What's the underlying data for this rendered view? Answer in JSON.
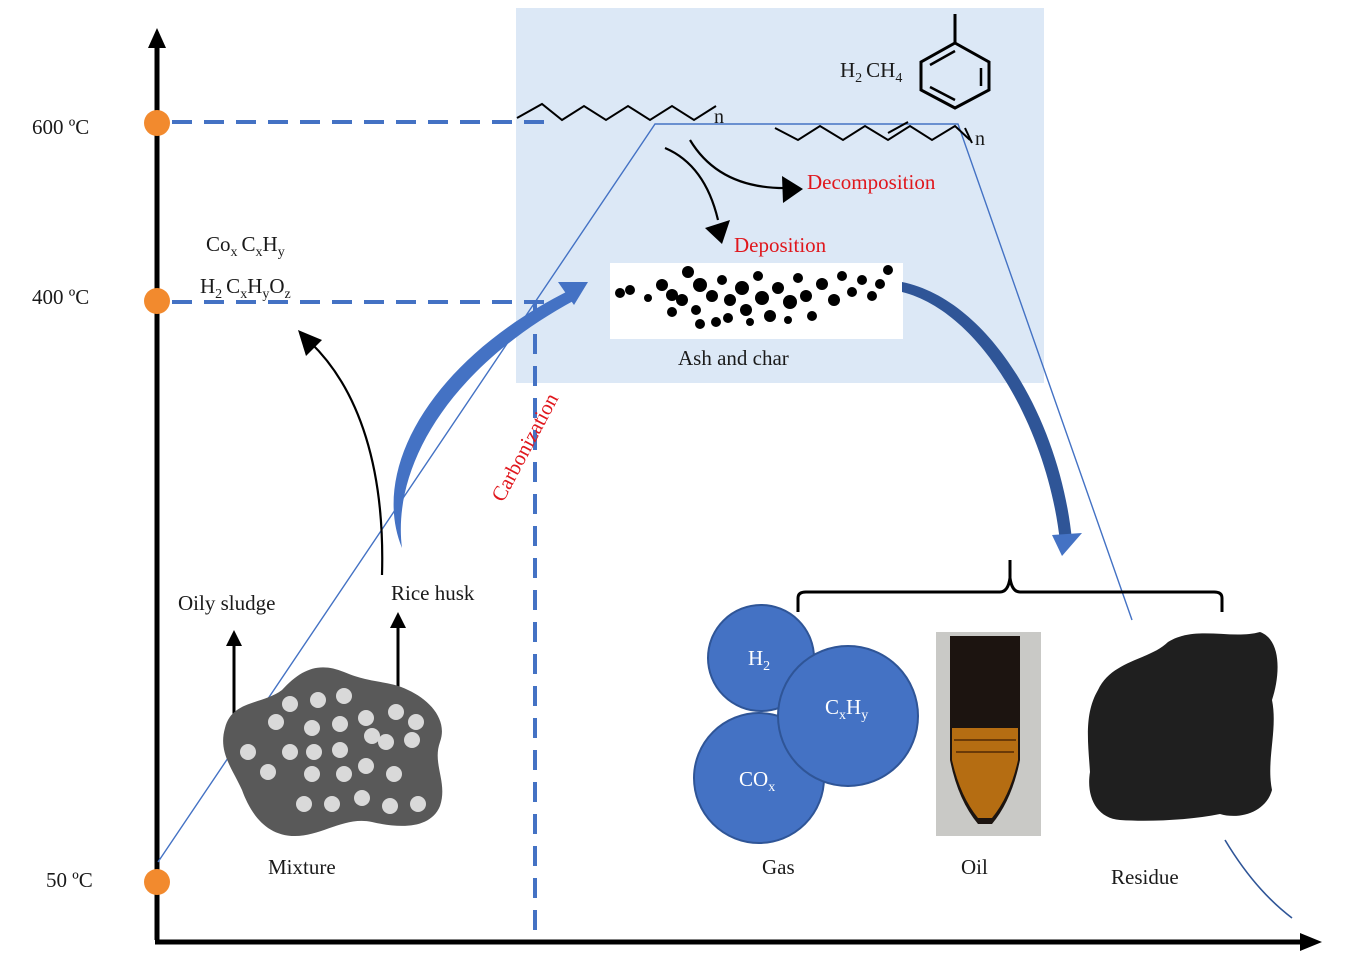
{
  "axis_ticks": [
    "600 ºC",
    "400 ºC",
    "50 ºC"
  ],
  "products_top": {
    "h2": "H",
    "h2_sub": "2",
    "ch4": "CH",
    "ch4_sub": "4"
  },
  "chain_end_label": "n",
  "process": {
    "decomposition": "Decomposition",
    "deposition": "Deposition",
    "ash_and_char": "Ash and char",
    "carbonization": "Carbonization"
  },
  "emissions": {
    "line1": {
      "a": "Co",
      "a_sub": "x",
      "b": "C",
      "b_sub": "x",
      "c": "H",
      "c_sub": "y"
    },
    "line2": {
      "a": "H",
      "a_sub": "2",
      "b": "C",
      "b_sub": "x",
      "c": "H",
      "c_sub": "y",
      "d": "O",
      "d_sub": "z"
    }
  },
  "feedstock": {
    "oily_sludge": "Oily sludge",
    "rice_husk": "Rice husk",
    "mixture": "Mixture"
  },
  "gas": {
    "h2": "H",
    "h2_sub": "2",
    "cxhy": {
      "a": "C",
      "a_sub": "x",
      "b": "H",
      "b_sub": "y"
    },
    "cox": {
      "a": "CO",
      "a_sub": "x"
    }
  },
  "outputs": {
    "gas": "Gas",
    "oil": "Oil",
    "residue": "Residue"
  },
  "colors": {
    "axis": "#000000",
    "temp_marker": "#f28a2e",
    "dashed": "#4472c4",
    "reactor_bg": "#dce8f6",
    "gas_circle": "#4472c4",
    "curve": "#2f5597",
    "accent_text": "#e0171d"
  }
}
